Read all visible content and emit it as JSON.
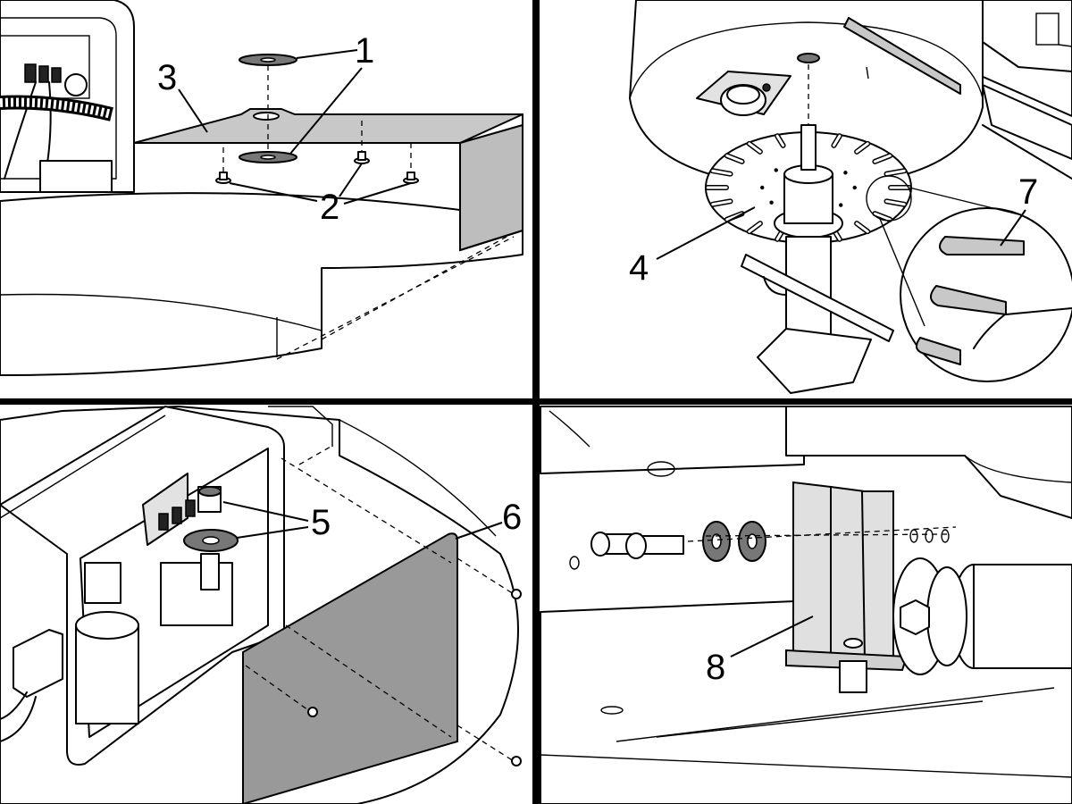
{
  "callouts": {
    "c1": "1",
    "c2": "2",
    "c3": "3",
    "c4": "4",
    "c5": "5",
    "c6": "6",
    "c7": "7",
    "c8": "8"
  },
  "colors": {
    "line": "#000000",
    "panel_fill": "#c8c8c8",
    "cover_fill": "#999999",
    "bracket_fill": "#e0e0e0",
    "background": "#ffffff"
  }
}
